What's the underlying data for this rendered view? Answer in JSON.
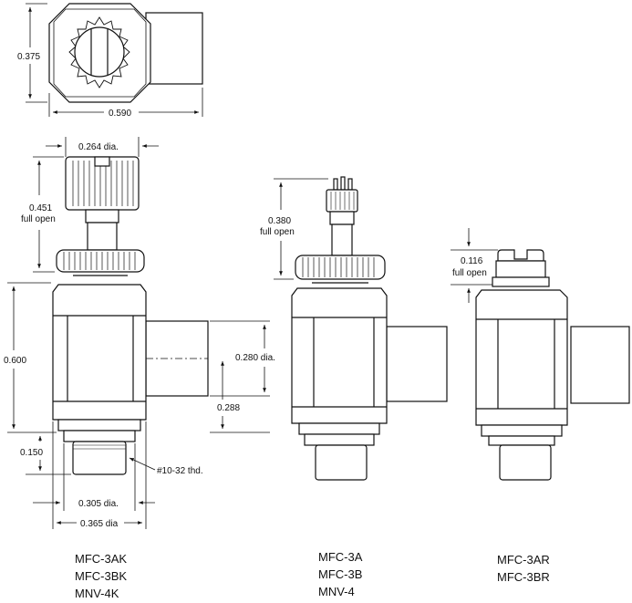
{
  "top_view": {
    "height_dim": "0.375",
    "width_dim": "0.590"
  },
  "left_view": {
    "knob_dia": "0.264 dia.",
    "open_dim": "0.451",
    "open_label": "full open",
    "body_height": "0.600",
    "outlet_dia": "0.280 dia.",
    "outlet_height": "0.288",
    "stem_height": "0.150",
    "thread": "#10-32 thd.",
    "nut_dia": "0.305 dia.",
    "hex_dia": "0.365 dia"
  },
  "middle_view": {
    "open_dim": "0.380",
    "open_label": "full open"
  },
  "right_view": {
    "open_dim": "0.116",
    "open_label": "full open"
  },
  "captions": {
    "left": [
      "MFC-3AK",
      "MFC-3BK",
      "MNV-4K"
    ],
    "middle": [
      "MFC-3A",
      "MFC-3B",
      "MNV-4"
    ],
    "right": [
      "MFC-3AR",
      "MFC-3BR"
    ]
  }
}
